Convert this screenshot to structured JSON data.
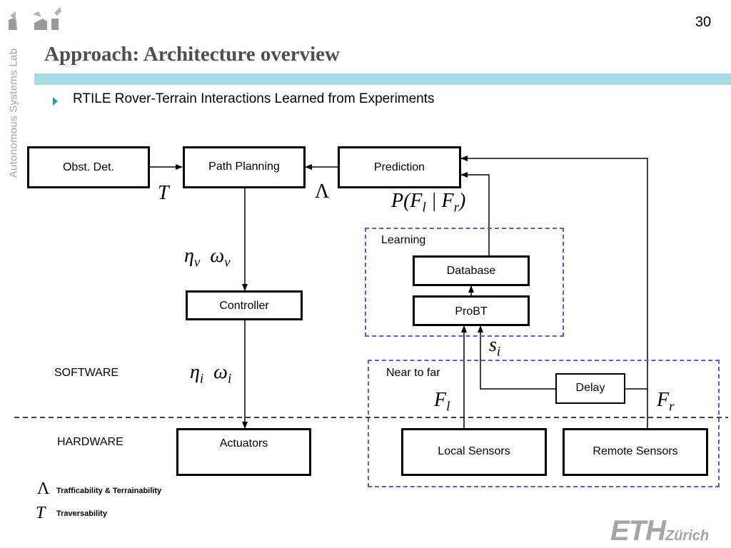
{
  "slide": {
    "page_number": "30",
    "side_label": "Autonomous Systems Lab",
    "title": "Approach: Architecture overview",
    "bullet": "RTILE  Rover-Terrain Interactions Learned from Experiments"
  },
  "diagram": {
    "boxes": {
      "obst_det": "Obst. Det.",
      "path_planning": "Path Planning",
      "prediction": "Prediction",
      "database": "Database",
      "probt": "ProBT",
      "controller": "Controller",
      "delay": "Delay",
      "actuators": "Actuators",
      "local_sensors": "Local Sensors",
      "remote_sensors": "Remote Sensors"
    },
    "groups": {
      "learning": "Learning",
      "near_to_far": "Near to far"
    },
    "layers": {
      "software": "SOFTWARE",
      "hardware": "HARDWARE"
    },
    "symbols": {
      "T": "T",
      "Lambda": "Λ",
      "P": "P(F",
      "P_l": "l",
      "P_mid": " | F",
      "P_r": "r",
      "P_close": ")",
      "eta": "η",
      "omega": "ω",
      "sub_v": "v",
      "sub_i": "i",
      "s": "s",
      "F": "F",
      "sub_l": "l",
      "sub_r": "r"
    },
    "legend": [
      {
        "symbol": "Λ",
        "text": "Trafficability & Terrainability"
      },
      {
        "symbol": "T",
        "text": "Traversability"
      }
    ]
  },
  "logo": {
    "big": "ETH",
    "small": "Zürich"
  },
  "colors": {
    "title_bar": "#a9dbe6",
    "bullet": "#2b9cb0",
    "dashed_group": "#5a5ae6",
    "title_text": "#4f4f4f",
    "logo_grey": "#a5a5a5"
  }
}
